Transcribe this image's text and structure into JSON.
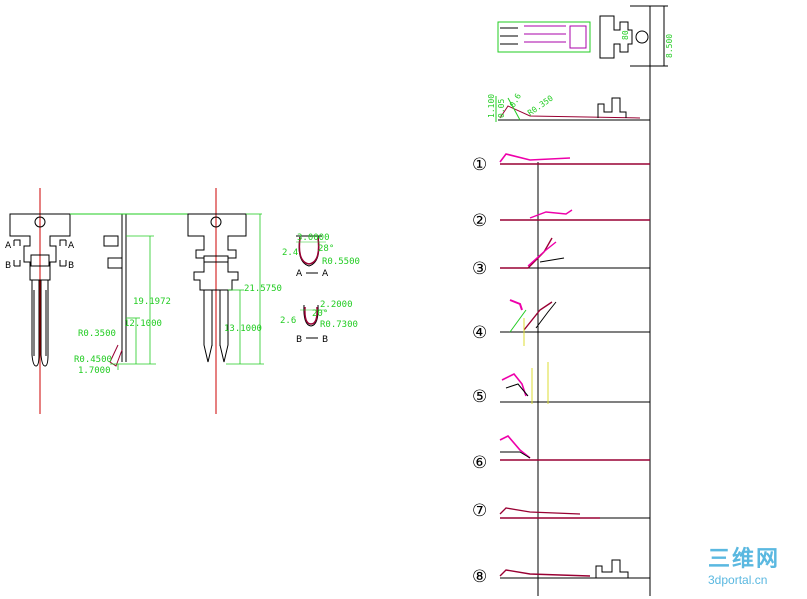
{
  "left_views": {
    "section_labels": {
      "a_left": "A",
      "a_right": "A",
      "b_left": "B",
      "b_right": "B"
    },
    "side_dims": {
      "length": "19.1972",
      "mid": "12.1000",
      "radius": "R0.3500",
      "tip_radius": "R0.4500",
      "tip_height": "1.7000"
    },
    "right_dims": {
      "total": "21.5750",
      "lower": "13.1000"
    }
  },
  "sections": {
    "aa": {
      "width": "3.0000",
      "angle": "28°",
      "radius": "R0.5500",
      "side": "2.4",
      "caption_left": "A",
      "caption_right": "A"
    },
    "bb": {
      "width": "2.2000",
      "angle": "20°",
      "radius": "R0.7300",
      "side": "2.6",
      "caption_left": "B",
      "caption_right": "B"
    }
  },
  "top_right": {
    "overall": "8.500",
    "height": "80",
    "dims": {
      "d1": "1.100",
      "d2": "0.05",
      "d3": "0.6",
      "radius": "R0.350"
    }
  },
  "steps": [
    "①",
    "②",
    "③",
    "④",
    "⑤",
    "⑥",
    "⑦",
    "⑧"
  ],
  "watermark": {
    "title": "三维网",
    "url": "3dportal.cn"
  },
  "colors": {
    "outline": "#000000",
    "center_line": "#cc0000",
    "dimension": "#22cc22",
    "strip": "#990033",
    "bend": "#ee00aa",
    "highlight": "#dddd33",
    "watermark": "#5ab8e0"
  }
}
